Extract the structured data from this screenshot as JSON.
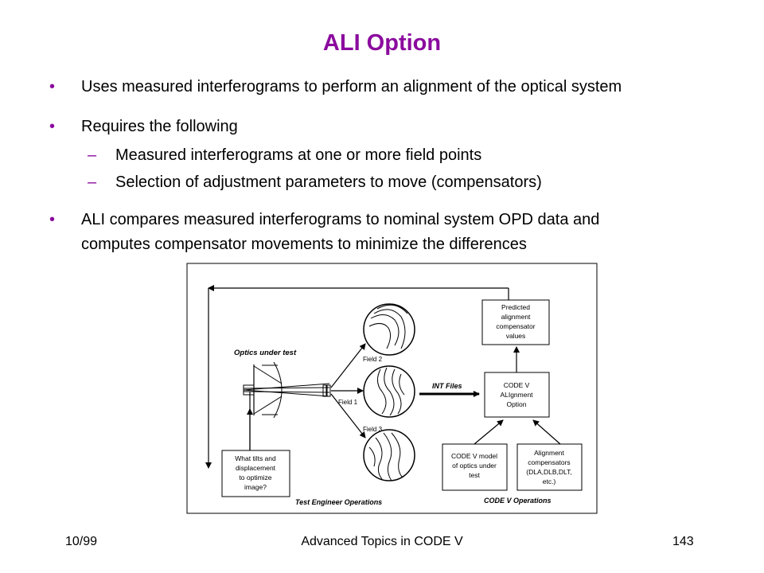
{
  "slide": {
    "title": "ALI Option",
    "bullets": [
      "Uses measured interferograms to perform an alignment of the optical system",
      "Requires the following",
      "ALI compares measured interferograms to nominal system OPD data and",
      "computes compensator movements to minimize the differences"
    ],
    "sub_bullets": [
      "Measured interferograms at one or more field points",
      "Selection of adjustment parameters to move (compensators)"
    ],
    "bullet_mark": "•",
    "dash_mark": "–"
  },
  "diagram": {
    "optics_label": "Optics under test",
    "field_labels": [
      "Field 2",
      "Field 1",
      "Field 3"
    ],
    "int_files_label": "INT Files",
    "predicted_box": [
      "Predicted",
      "alignment",
      "compensator",
      "values"
    ],
    "codev_box": [
      "CODE V",
      "ALIgnment",
      "Option"
    ],
    "model_box": [
      "CODE V model",
      "of optics under",
      "test"
    ],
    "compensators_box": [
      "Alignment",
      "compensators",
      "(DLA,DLB,DLT,",
      "etc.)"
    ],
    "question_box": [
      "What tilts and",
      "displacement",
      "to optimize",
      "image?"
    ],
    "test_engineer_label": "Test Engineer Operations",
    "codev_operations_label": "CODE V Operations"
  },
  "footer": {
    "date": "10/99",
    "center": "Advanced Topics in CODE V",
    "page": "143"
  },
  "colors": {
    "accent": "#8B0B9E"
  }
}
